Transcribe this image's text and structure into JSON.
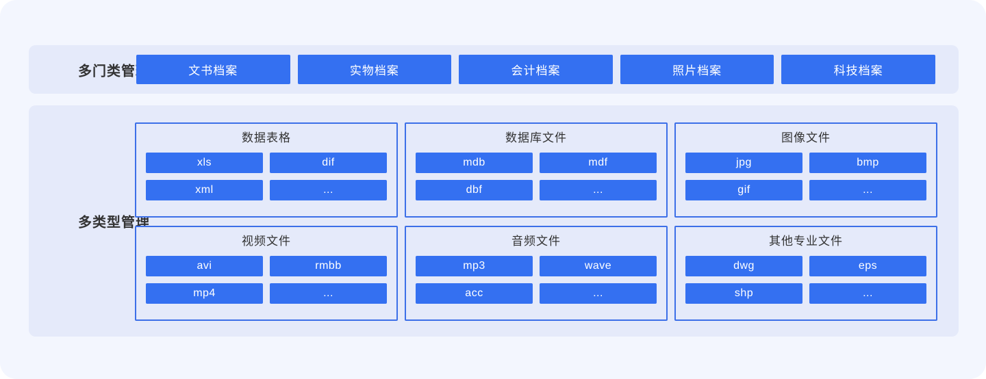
{
  "colors": {
    "page-bg": "#ffffff",
    "card-bg": "#f3f6fe",
    "band-bg": "#e5eafa",
    "accent": "#3470f1",
    "box-border": "#3c6fe8",
    "label-text": "#333333",
    "chip-text": "#ffffff"
  },
  "top_band": {
    "label": "多门类管理",
    "buttons": [
      {
        "label": "文书档案"
      },
      {
        "label": "实物档案"
      },
      {
        "label": "会计档案"
      },
      {
        "label": "照片档案"
      },
      {
        "label": "科技档案"
      }
    ]
  },
  "bottom_band": {
    "label": "多类型管理",
    "groups": [
      {
        "title": "数据表格",
        "items": [
          "xls",
          "dif",
          "xml",
          "..."
        ]
      },
      {
        "title": "数据库文件",
        "items": [
          "mdb",
          "mdf",
          "dbf",
          "..."
        ]
      },
      {
        "title": "图像文件",
        "items": [
          "jpg",
          "bmp",
          "gif",
          "..."
        ]
      },
      {
        "title": "视频文件",
        "items": [
          "avi",
          "rmbb",
          "mp4",
          "..."
        ]
      },
      {
        "title": "音频文件",
        "items": [
          "mp3",
          "wave",
          "acc",
          "..."
        ]
      },
      {
        "title": "其他专业文件",
        "items": [
          "dwg",
          "eps",
          "shp",
          "..."
        ]
      }
    ]
  }
}
